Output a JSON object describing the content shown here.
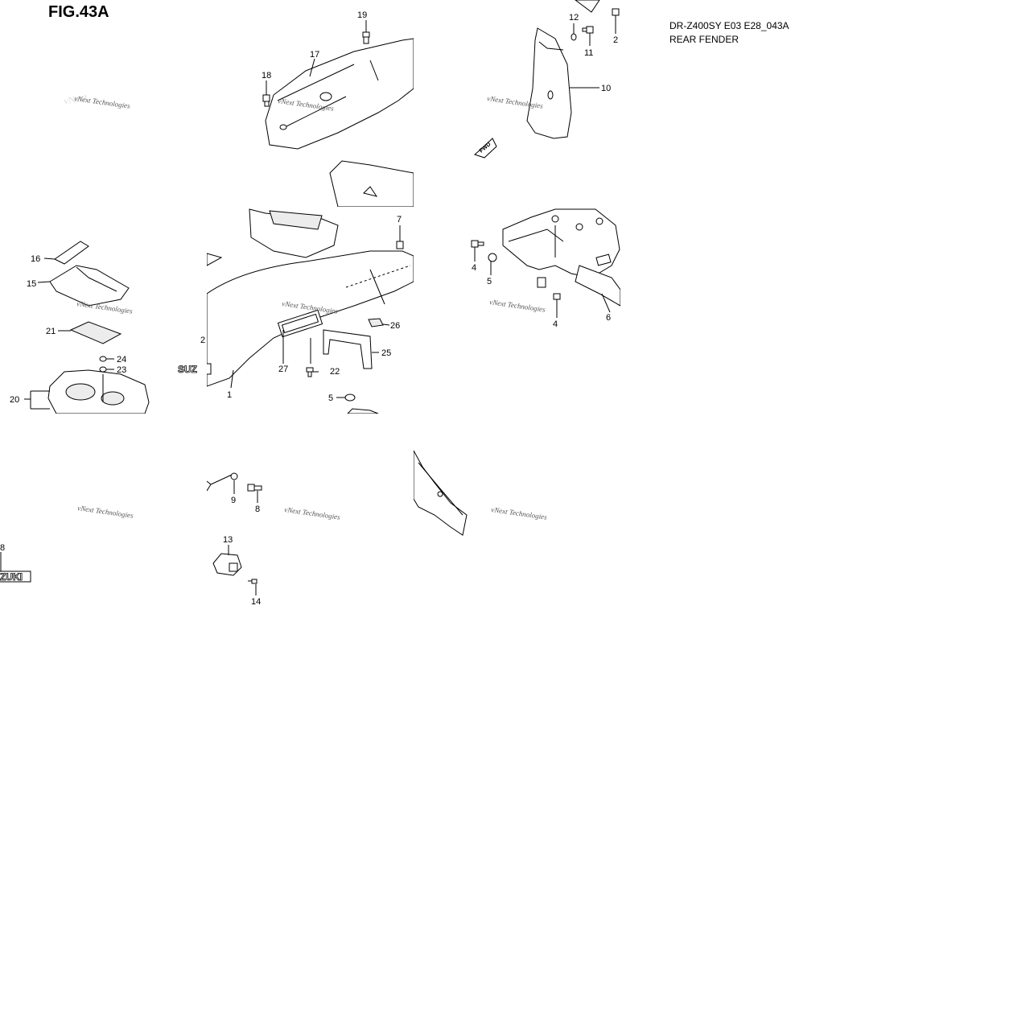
{
  "figure": {
    "title": "FIG.43A",
    "code": "DR-Z400SY E03 E28_043A",
    "name": "REAR FENDER"
  },
  "watermark": "vNext Technologies",
  "callouts": {
    "c1": "1",
    "c2a": "2",
    "c2b": "2",
    "c4a": "4",
    "c4b": "4",
    "c5a": "5",
    "c5b": "5",
    "c6": "6",
    "c7": "7",
    "c8a": "8",
    "c8b": "8",
    "c9": "9",
    "c10": "10",
    "c11": "11",
    "c12": "12",
    "c13": "13",
    "c14": "14",
    "c15": "15",
    "c16": "16",
    "c17": "17",
    "c18": "18",
    "c19": "19",
    "c20": "20",
    "c21": "21",
    "c22": "22",
    "c23": "23",
    "c24": "24",
    "c25": "25",
    "c26": "26",
    "c27": "27"
  },
  "emblem_text": {
    "suz": "SUZ",
    "zuki": "ZUKI"
  },
  "fwd_label": "FWD"
}
